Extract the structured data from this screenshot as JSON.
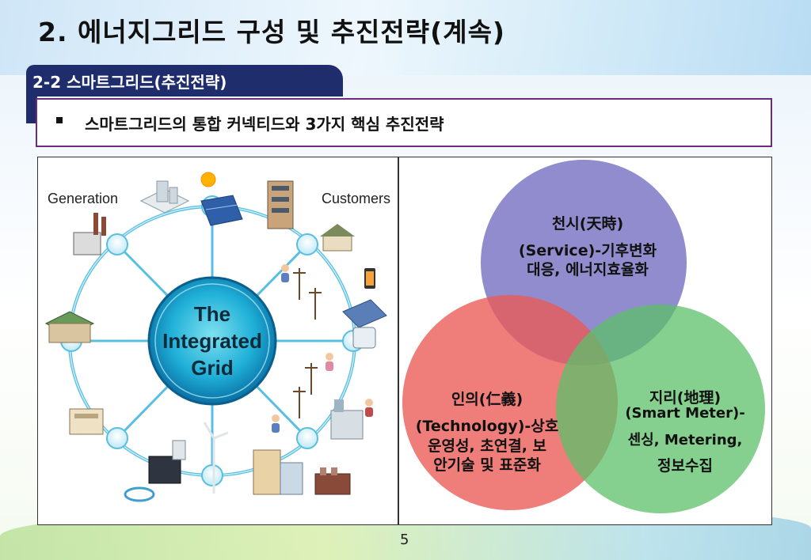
{
  "slide": {
    "title": "2. 에너지그리드 구성 및 추진전략(계속)",
    "section": "2-2 스마트그리드(추진전략)",
    "bullet": "스마트그리드의 통합 커넥티드와 3가지 핵심 추진전략",
    "page_number": "5"
  },
  "grid_diagram": {
    "generation_label": "Generation",
    "customers_label": "Customers",
    "center_line1": "The",
    "center_line2": "Integrated",
    "center_line3": "Grid"
  },
  "venn": {
    "top": {
      "heading": "천시(天時)",
      "line1": "(Service)-기후변화",
      "line2": "대응, 에너지효율화",
      "color": "#7d78c4"
    },
    "left": {
      "heading": "인의(仁義)",
      "line1": "(Technology)-상호",
      "line2": "운영성, 초연결, 보",
      "line3": "안기술 및 표준화",
      "color": "#ea5a55"
    },
    "right": {
      "heading": "지리(地理)",
      "line1": "(Smart Meter)-",
      "line2": "센싱, Metering,",
      "line3": "정보수집",
      "color": "#5cc06a"
    }
  }
}
